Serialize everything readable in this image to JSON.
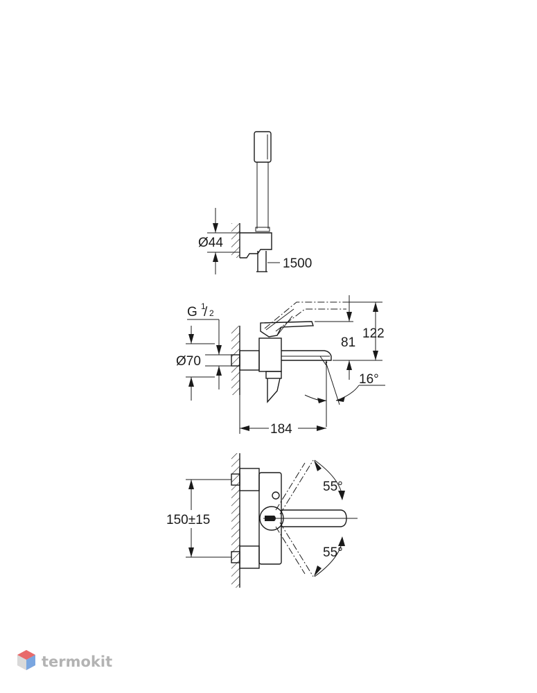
{
  "handshower": {
    "diameter_label": "Ø44",
    "hose_length_label": "1500"
  },
  "mixer_side": {
    "thread_label": "G",
    "thread_sup": "1",
    "thread_sub": "2",
    "diameter_label": "Ø70",
    "height_label": "122",
    "spout_height_label": "81",
    "angle_label": "16°",
    "projection_label": "184"
  },
  "mixer_top": {
    "centres_label": "150±15",
    "angle_upper_label": "55°",
    "angle_lower_label": "55°"
  },
  "watermark": {
    "text": "termokit",
    "logo_colors": [
      "#e86a6a",
      "#7aa6e0"
    ]
  }
}
